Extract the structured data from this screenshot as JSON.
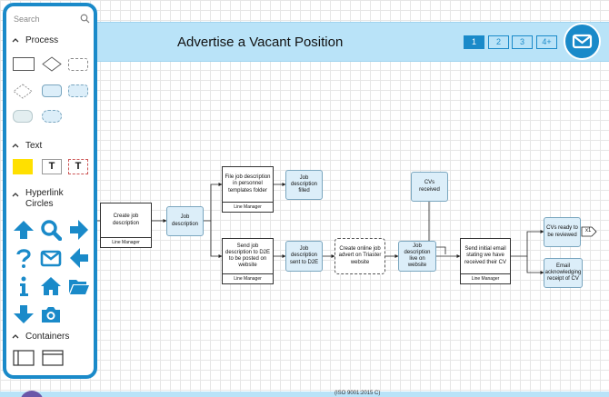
{
  "search": {
    "placeholder": "Search"
  },
  "sections": {
    "process": "Process",
    "text": "Text",
    "hyperlink": "Hyperlink Circles",
    "containers": "Containers"
  },
  "text_tools": {
    "t1": "T",
    "t2": "T"
  },
  "colors": {
    "accent": "#1a8ac9",
    "banner": "#b9e3f8",
    "node": "#dceef9",
    "text_highlight": "#ffe000"
  },
  "icons": [
    "arrow-up-icon",
    "search-icon",
    "arrow-right-icon",
    "question-icon",
    "mail-icon",
    "arrow-left-icon",
    "info-icon",
    "home-icon",
    "folder-open-icon",
    "arrow-down-icon",
    "camera-icon"
  ],
  "banner": {
    "title": "Advertise a Vacant Position",
    "pages": [
      "1",
      "2",
      "3",
      "4+"
    ],
    "active_page": "1"
  },
  "footer": {
    "text": "(ISO 9001:2015 C)"
  },
  "diagram": {
    "create_job": {
      "text": "Create job description",
      "role": "Line Manager"
    },
    "job_desc_1": "Job description",
    "file_job": {
      "text": "File job description in personnel templates folder",
      "role": "Line Manager"
    },
    "job_filled": "Job description filled",
    "send_d2e": {
      "text": "Send job description to D2E to be posted on website",
      "role": "Line Manager"
    },
    "sent_d2e": "Job description sent to D2E",
    "create_online": "Create online job advert on Triaster website",
    "live": "Job description live on website",
    "cvs_received": "CVs received",
    "send_email": {
      "text": "Send initial email stating we have received their CV",
      "role": "Line Manager"
    },
    "cvs_ready": "CVs ready to be reviewed",
    "email_ack": "Email acknowledging receipt of CV",
    "x1": "x1"
  }
}
